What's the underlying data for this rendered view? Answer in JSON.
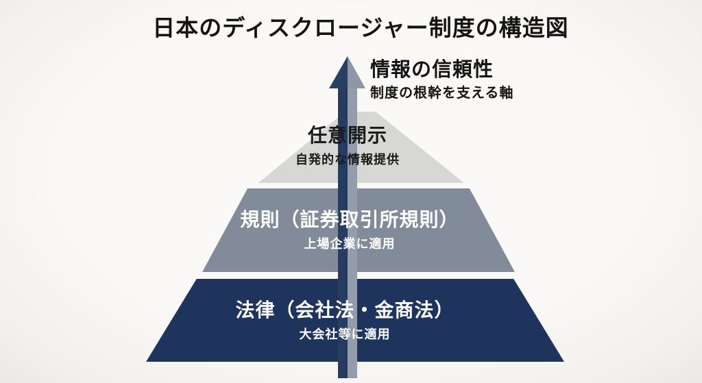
{
  "title": "日本のディスクロージャー制度の構造図",
  "background": "#f8f7f5",
  "axis": {
    "icon": "up-arrow-icon",
    "label": "情報の信頼性",
    "sublabel": "制度の根幹を支える軸",
    "colors": {
      "shaft_left": "#263c61",
      "shaft_right": "#949dab",
      "head_left": "#27405f",
      "head_right": "#8d97a5"
    }
  },
  "pyramid": {
    "tiers": [
      {
        "name": "voluntary-disclosure",
        "label": "任意開示",
        "sublabel": "自発的な情報提供",
        "fill": "#d7d7d5",
        "text_color": "#1b1b1b"
      },
      {
        "name": "exchange-rules",
        "label": "規則（証券取引所規則）",
        "sublabel": "上場企業に適用",
        "fill": "#828b9a",
        "text_color": "#ffffff"
      },
      {
        "name": "laws",
        "label": "法律（会社法・金商法）",
        "sublabel": "大会社等に適用",
        "fill": "#1f345c",
        "text_color": "#ffffff"
      }
    ]
  }
}
